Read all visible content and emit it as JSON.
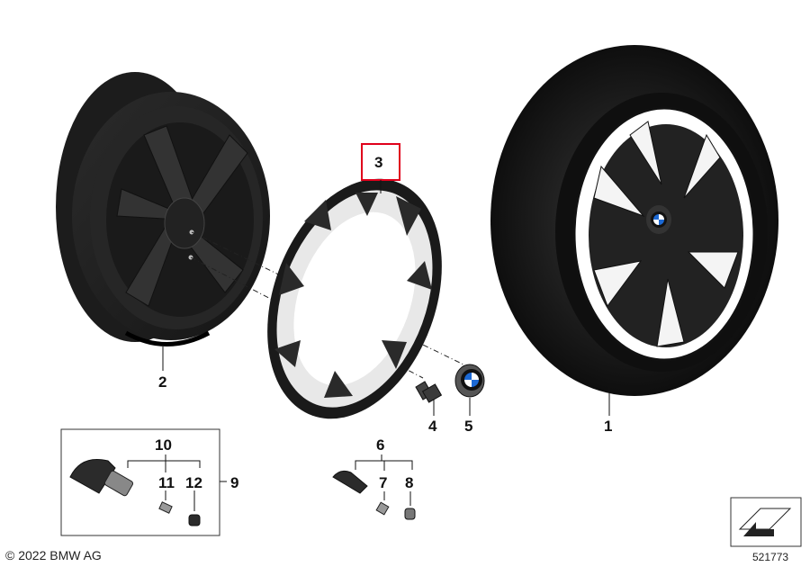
{
  "highlight_color": "#e0001b",
  "callouts": {
    "c1": "1",
    "c2": "2",
    "c3": "3",
    "c4": "4",
    "c5": "5",
    "c6": "6",
    "c7": "7",
    "c8": "8",
    "c9": "9",
    "c10": "10",
    "c11": "11",
    "c12": "12"
  },
  "highlighted_callout": "3",
  "footer": {
    "copyright": "© 2022 BMW AG",
    "diagram_number": "521773"
  },
  "icons": {
    "logo": "bmw-roundel-icon",
    "orientation": "direction-arrow-icon"
  }
}
